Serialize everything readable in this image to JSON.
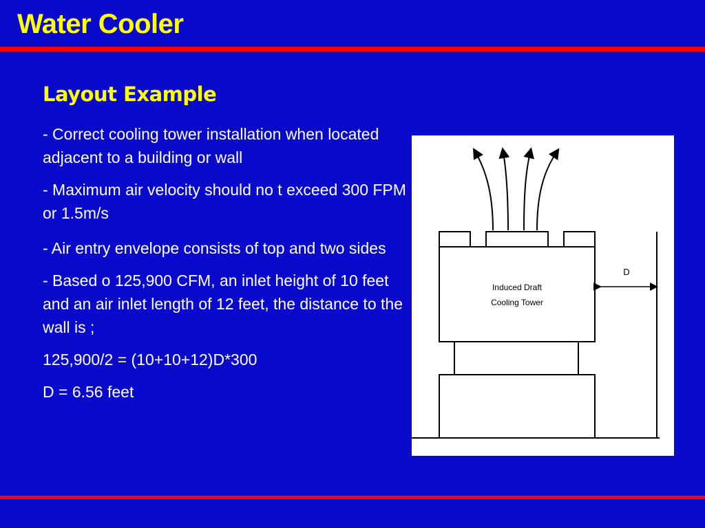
{
  "slide": {
    "title": "Water Cooler",
    "heading": "Layout Example",
    "bullets": [
      "- Correct cooling tower installation when located adjacent to a building or wall",
      "- Maximum air velocity should no t exceed 300 FPM or 1.5m/s",
      "- Air entry envelope consists of top and two sides",
      "- Based o 125,900 CFM, an inlet height of 10 feet and an air inlet length of 12 feet, the distance to the wall is ;",
      "125,900/2 = (10+10+12)D*300",
      "D = 6.56 feet"
    ]
  },
  "figure": {
    "tower_label_line1": "Induced Draft",
    "tower_label_line2": "Cooling Tower",
    "dimension_label": "D"
  },
  "colors": {
    "background": "#0A0ACC",
    "title": "#FFFF00",
    "rule": "#FF0000",
    "text": "#FFFFFF"
  }
}
